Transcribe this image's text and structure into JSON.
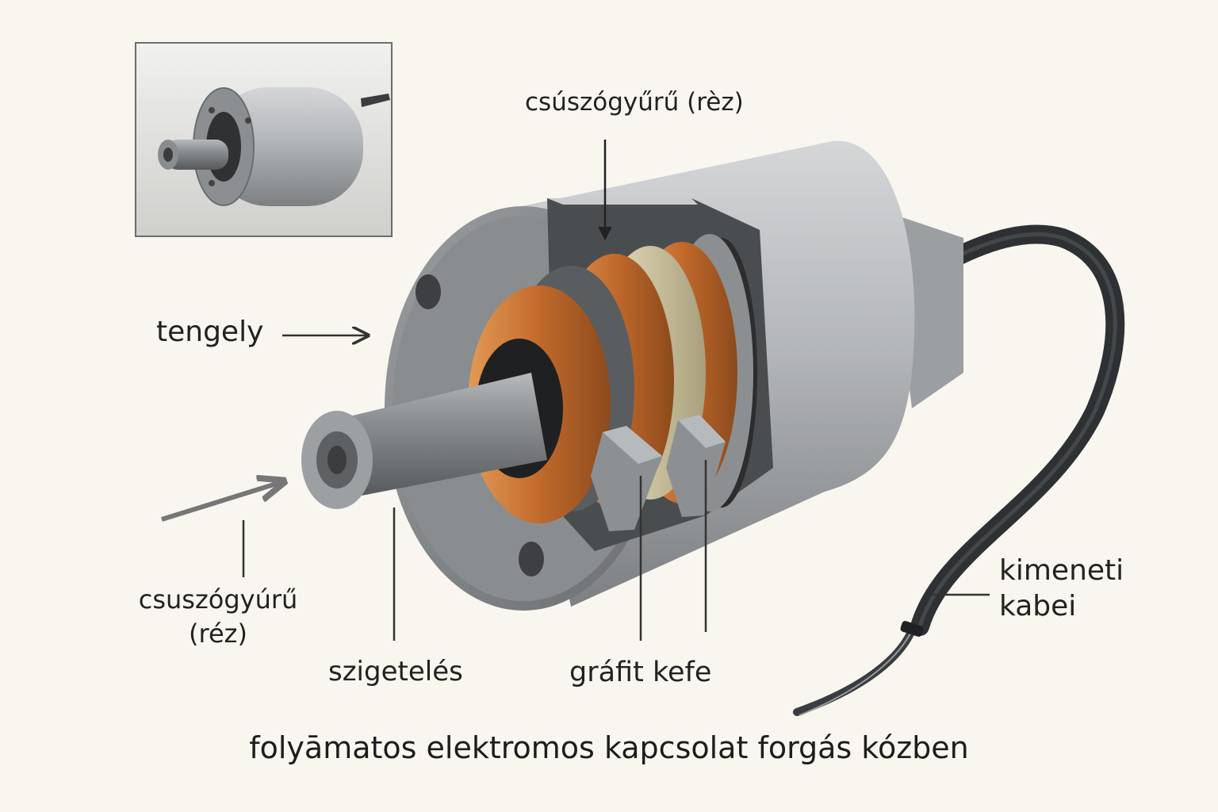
{
  "inset": {
    "icon": "slip-ring-overview-photo"
  },
  "labels": {
    "slip_ring_top": "csúszógyűrű (rèz)",
    "shaft": "tengely",
    "slip_ring_left_line1": "csuszógyúrű",
    "slip_ring_left_line2": "(réz)",
    "insulation": "szigetelés",
    "graphite_brush": "gráfit kefe",
    "output_cable_line1": "kimeneti",
    "output_cable_line2": "kabei"
  },
  "caption": "folyāmatos elektromos kapcsolat forgás kózben",
  "colors": {
    "background": "#f8f6ef",
    "housing": "#a9acb0",
    "copper": "#c9763a",
    "brass": "#cfc6a4",
    "cable": "#2e3133",
    "arrow_gray": "#777777"
  }
}
